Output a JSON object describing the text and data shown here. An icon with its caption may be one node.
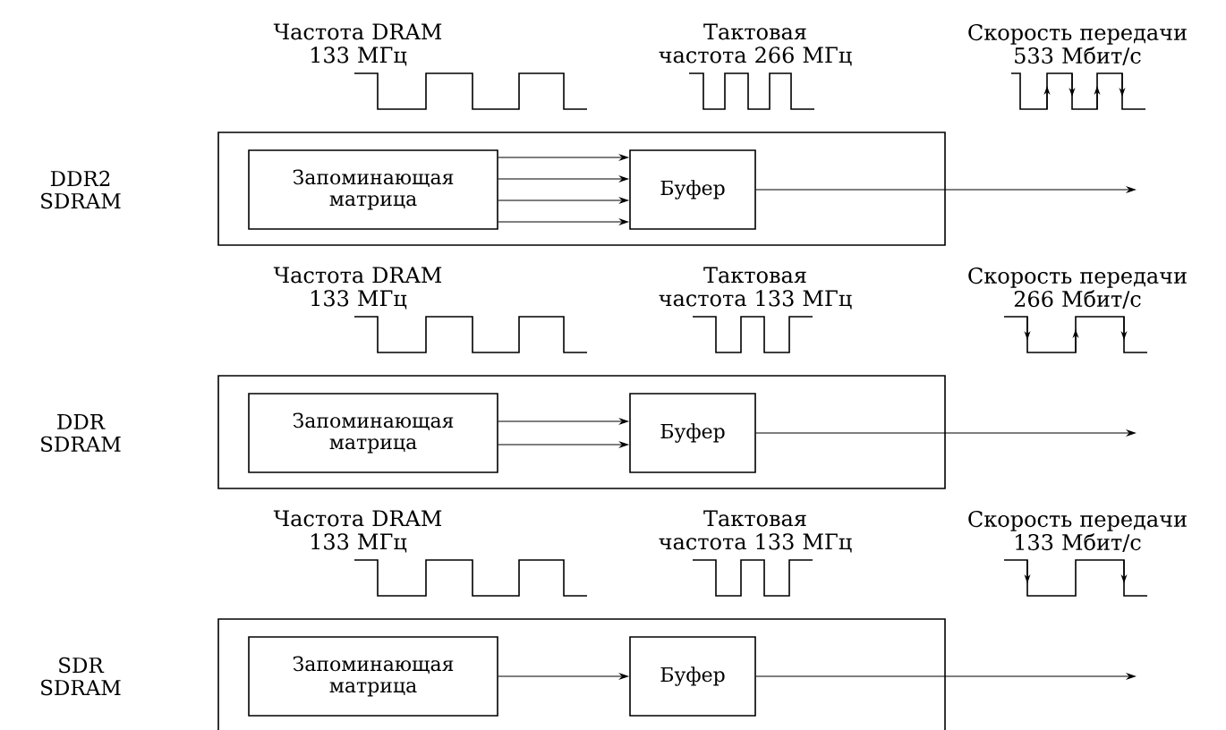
{
  "diagram": {
    "nodes": [
      {
        "text": [],
        "shape": "box"
      },
      {
        "text": [
          "Запоминающая матрица"
        ],
        "in": 0
      },
      {
        "text": [
          "Буфер"
        ],
        "in": 0
      },
      {
        "text": [],
        "shape": "box"
      },
      {
        "text": [
          "Запоминающая матрица"
        ],
        "in": 3
      },
      {
        "text": [
          "Буфер"
        ],
        "in": 3
      },
      {
        "text": [],
        "shape": "box"
      },
      {
        "text": [
          "Запоминающая матрица"
        ],
        "in": 6
      },
      {
        "text": [
          "Буфер"
        ],
        "in": 6
      }
    ],
    "edges": [
      {
        "from": 1,
        "to": 2,
        "arrow": "to"
      },
      {
        "from": 1,
        "to": 2,
        "arrow": "to"
      },
      {
        "from": 1,
        "to": 2,
        "arrow": "to"
      },
      {
        "from": 1,
        "to": 2,
        "arrow": "to"
      },
      {
        "from": 2,
        "to": null,
        "arrow": "to"
      },
      {
        "from": 4,
        "to": 5,
        "arrow": "to"
      },
      {
        "from": 4,
        "to": 5,
        "arrow": "to"
      },
      {
        "from": 5,
        "to": null,
        "arrow": "to"
      },
      {
        "from": 7,
        "to": 8,
        "arrow": "to"
      },
      {
        "from": 8,
        "to": null,
        "arrow": "to"
      }
    ],
    "labels": [
      "Частота DRAM 133 МГц",
      "Тактовая частота 266 МГц",
      "Скорость передачи 533 Мбит/с",
      "DDR2 SDRAM",
      "Частота DRAM 133 МГц",
      "Тактовая частота 133 МГц",
      "Скорость передачи 266 Мбит/с",
      "DDR SDRAM",
      "Частота DRAM 133 МГц",
      "Тактовая частота 133 МГц",
      "Скорость передачи 133 Мбит/с",
      "SDR SDRAM"
    ]
  }
}
